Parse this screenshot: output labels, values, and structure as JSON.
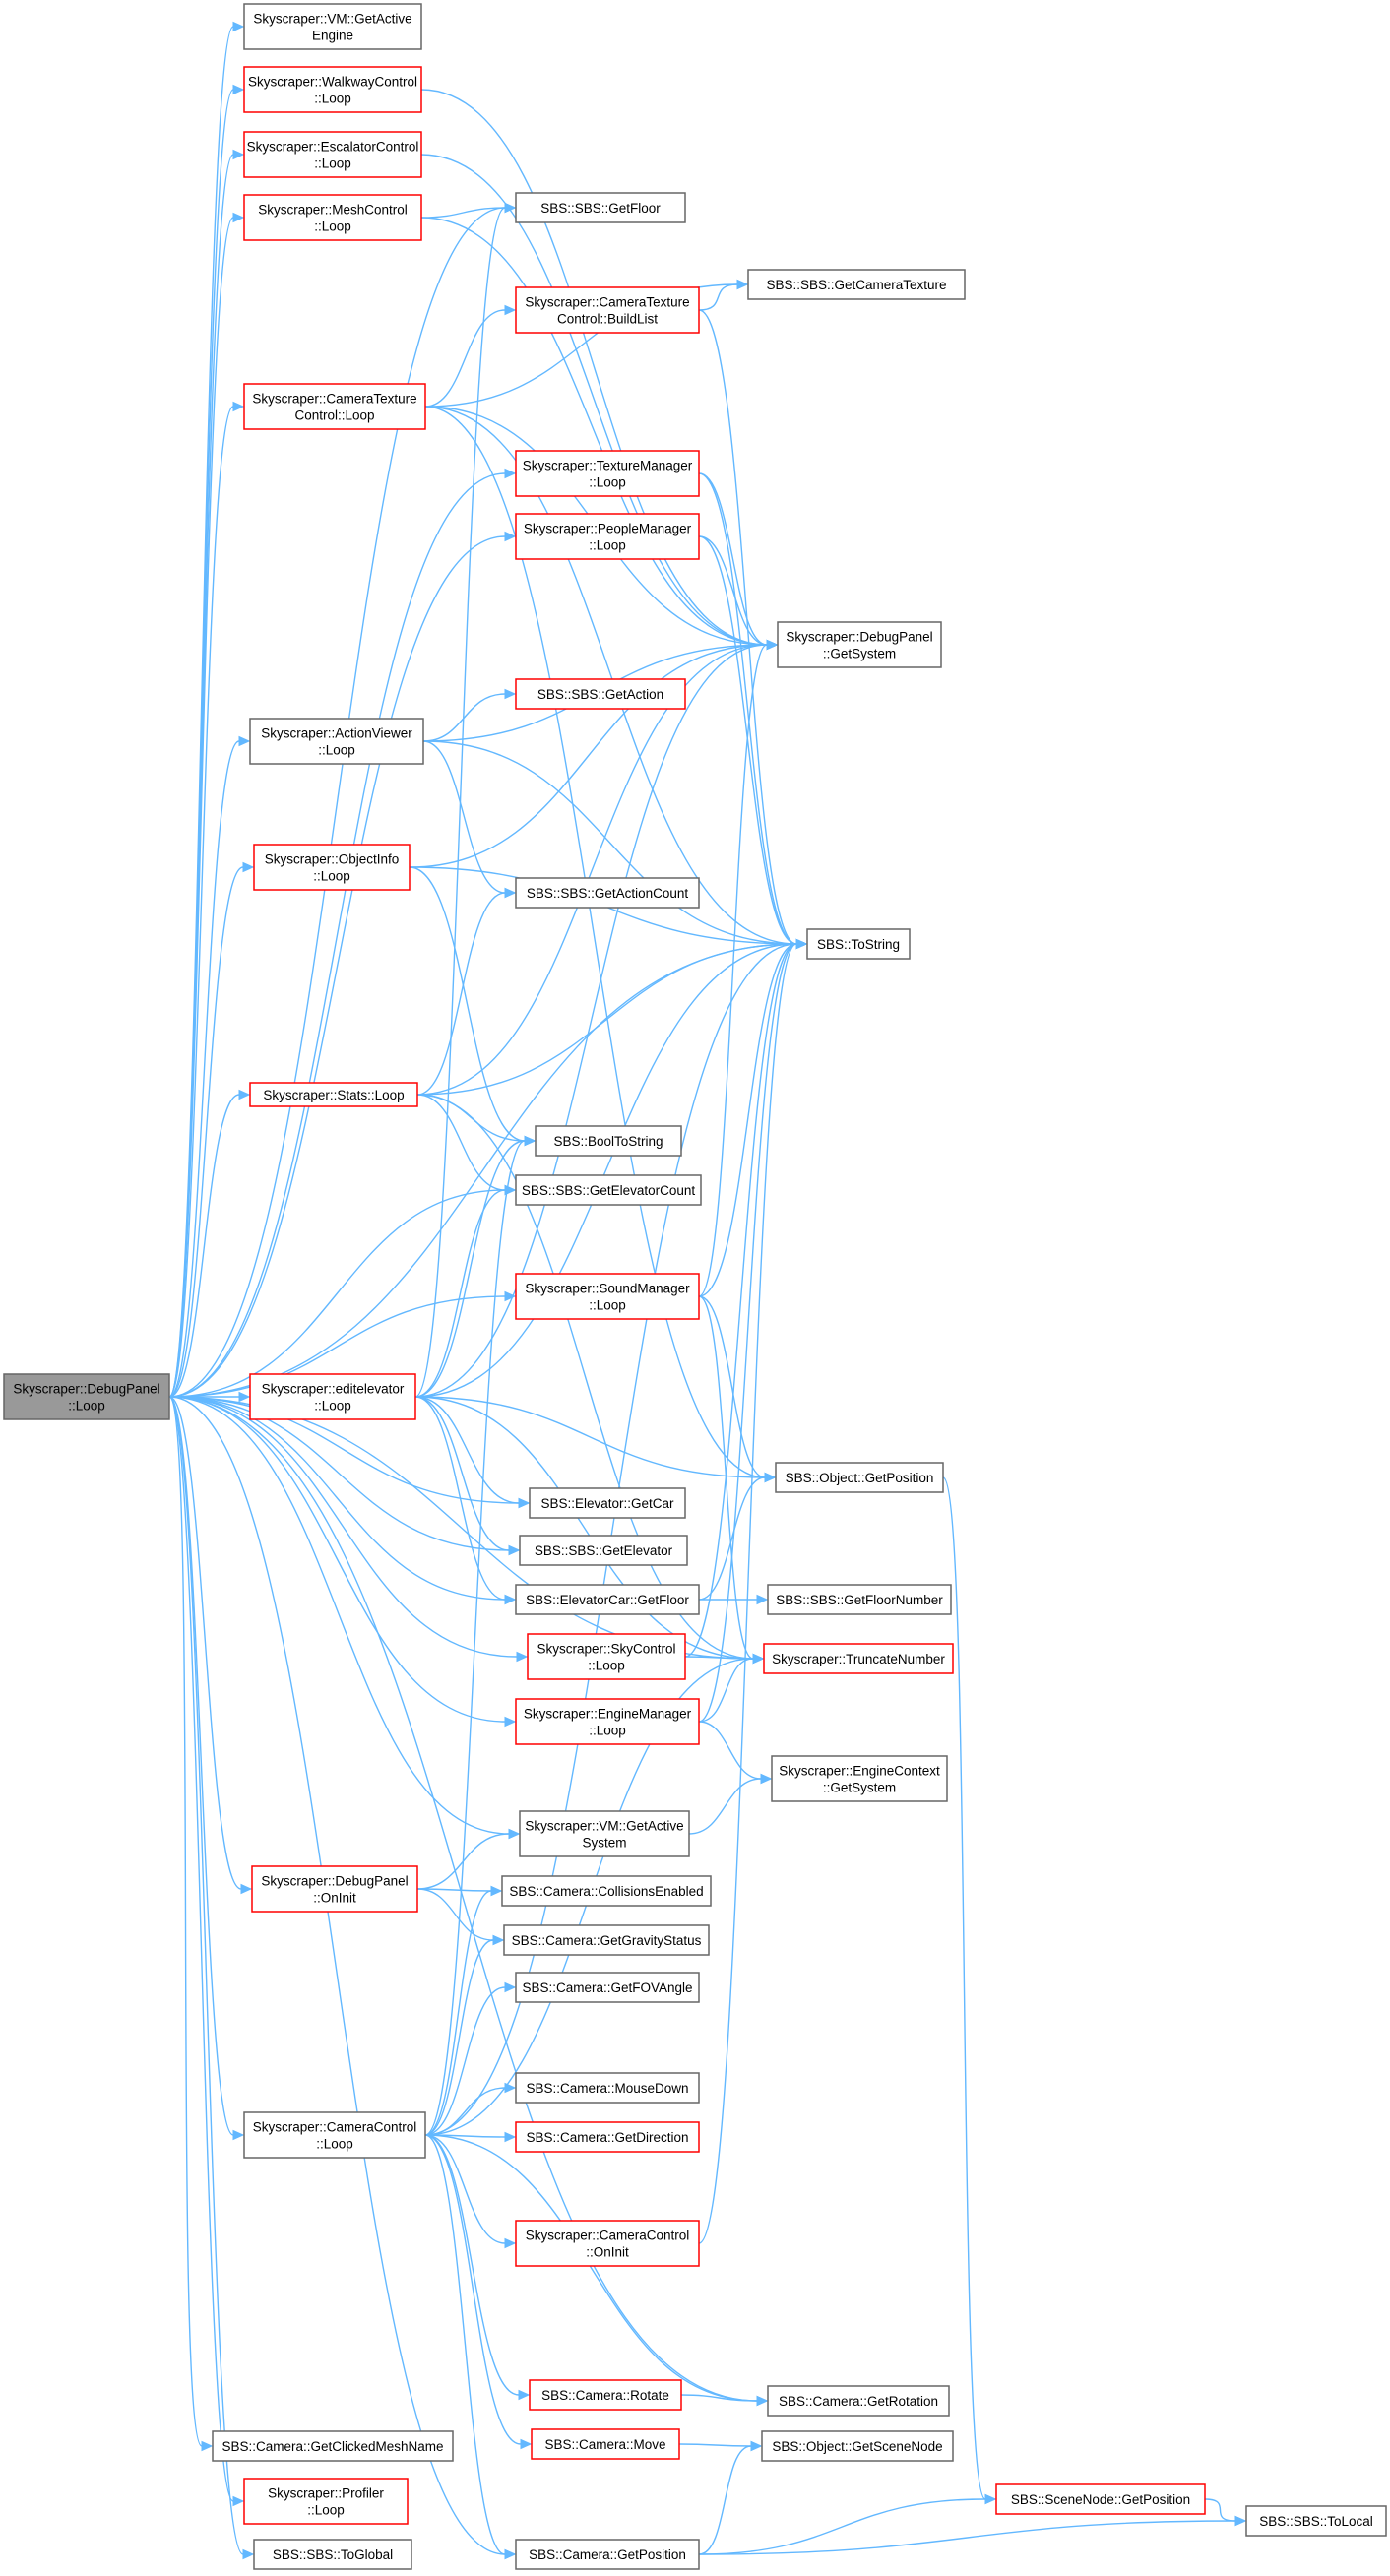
{
  "colors": {
    "edge": "#63b8ff",
    "border_default": "#666666",
    "border_red": "#ff0000",
    "root_fill": "#999999"
  },
  "nodes": {
    "root": {
      "lines": [
        "Skyscraper::DebugPanel",
        "::Loop"
      ],
      "style": "root"
    },
    "vm_getactiveengine": {
      "lines": [
        "Skyscraper::VM::GetActive",
        "Engine"
      ],
      "style": "default"
    },
    "walkway": {
      "lines": [
        "Skyscraper::WalkwayControl",
        "::Loop"
      ],
      "style": "red"
    },
    "escalator": {
      "lines": [
        "Skyscraper::EscalatorControl",
        "::Loop"
      ],
      "style": "red"
    },
    "mesh": {
      "lines": [
        "Skyscraper::MeshControl",
        "::Loop"
      ],
      "style": "red"
    },
    "getfloor_sbs": {
      "lines": [
        "SBS::SBS::GetFloor"
      ],
      "style": "default"
    },
    "camtex_build": {
      "lines": [
        "Skyscraper::CameraTexture",
        "Control::BuildList"
      ],
      "style": "red"
    },
    "getcameratexture": {
      "lines": [
        "SBS::SBS::GetCameraTexture"
      ],
      "style": "default"
    },
    "camtex_loop": {
      "lines": [
        "Skyscraper::CameraTexture",
        "Control::Loop"
      ],
      "style": "red"
    },
    "texman": {
      "lines": [
        "Skyscraper::TextureManager",
        "::Loop"
      ],
      "style": "red"
    },
    "peopleman": {
      "lines": [
        "Skyscraper::PeopleManager",
        "::Loop"
      ],
      "style": "red"
    },
    "getsystem": {
      "lines": [
        "Skyscraper::DebugPanel",
        "::GetSystem"
      ],
      "style": "default"
    },
    "getaction": {
      "lines": [
        "SBS::SBS::GetAction"
      ],
      "style": "red"
    },
    "actionviewer": {
      "lines": [
        "Skyscraper::ActionViewer",
        "::Loop"
      ],
      "style": "default"
    },
    "objectinfo": {
      "lines": [
        "Skyscraper::ObjectInfo",
        "::Loop"
      ],
      "style": "red"
    },
    "getactioncount": {
      "lines": [
        "SBS::SBS::GetActionCount"
      ],
      "style": "default"
    },
    "tostring": {
      "lines": [
        "SBS::ToString"
      ],
      "style": "default"
    },
    "stats": {
      "lines": [
        "Skyscraper::Stats::Loop"
      ],
      "style": "red"
    },
    "booltostring": {
      "lines": [
        "SBS::BoolToString"
      ],
      "style": "default"
    },
    "getelevatorcount": {
      "lines": [
        "SBS::SBS::GetElevatorCount"
      ],
      "style": "default"
    },
    "soundman": {
      "lines": [
        "Skyscraper::SoundManager",
        "::Loop"
      ],
      "style": "red"
    },
    "editelevator": {
      "lines": [
        "Skyscraper::editelevator",
        "::Loop"
      ],
      "style": "red"
    },
    "object_getposition": {
      "lines": [
        "SBS::Object::GetPosition"
      ],
      "style": "default"
    },
    "elevator_getcar": {
      "lines": [
        "SBS::Elevator::GetCar"
      ],
      "style": "default"
    },
    "getelevator": {
      "lines": [
        "SBS::SBS::GetElevator"
      ],
      "style": "default"
    },
    "elevcar_getfloor": {
      "lines": [
        "SBS::ElevatorCar::GetFloor"
      ],
      "style": "default"
    },
    "getfloornumber": {
      "lines": [
        "SBS::SBS::GetFloorNumber"
      ],
      "style": "default"
    },
    "sky": {
      "lines": [
        "Skyscraper::SkyControl",
        "::Loop"
      ],
      "style": "red"
    },
    "truncate": {
      "lines": [
        "Skyscraper::TruncateNumber"
      ],
      "style": "red"
    },
    "engineman": {
      "lines": [
        "Skyscraper::EngineManager",
        "::Loop"
      ],
      "style": "red"
    },
    "enginecontext": {
      "lines": [
        "Skyscraper::EngineContext",
        "::GetSystem"
      ],
      "style": "default"
    },
    "vm_getactivesystem": {
      "lines": [
        "Skyscraper::VM::GetActive",
        "System"
      ],
      "style": "default"
    },
    "debug_oninit": {
      "lines": [
        "Skyscraper::DebugPanel",
        "::OnInit"
      ],
      "style": "red"
    },
    "collisions": {
      "lines": [
        "SBS::Camera::CollisionsEnabled"
      ],
      "style": "default"
    },
    "gravity": {
      "lines": [
        "SBS::Camera::GetGravityStatus"
      ],
      "style": "default"
    },
    "fov": {
      "lines": [
        "SBS::Camera::GetFOVAngle"
      ],
      "style": "default"
    },
    "mousedown": {
      "lines": [
        "SBS::Camera::MouseDown"
      ],
      "style": "default"
    },
    "camcontrol": {
      "lines": [
        "Skyscraper::CameraControl",
        "::Loop"
      ],
      "style": "default"
    },
    "getdirection": {
      "lines": [
        "SBS::Camera::GetDirection"
      ],
      "style": "red"
    },
    "camcontrol_oninit": {
      "lines": [
        "Skyscraper::CameraControl",
        "::OnInit"
      ],
      "style": "red"
    },
    "rotate": {
      "lines": [
        "SBS::Camera::Rotate"
      ],
      "style": "red"
    },
    "getrotation": {
      "lines": [
        "SBS::Camera::GetRotation"
      ],
      "style": "default"
    },
    "clickedmesh": {
      "lines": [
        "SBS::Camera::GetClickedMeshName"
      ],
      "style": "default"
    },
    "move": {
      "lines": [
        "SBS::Camera::Move"
      ],
      "style": "red"
    },
    "getscenenode": {
      "lines": [
        "SBS::Object::GetSceneNode"
      ],
      "style": "default"
    },
    "profiler": {
      "lines": [
        "Skyscraper::Profiler",
        "::Loop"
      ],
      "style": "red"
    },
    "scenenode_getposition": {
      "lines": [
        "SBS::SceneNode::GetPosition"
      ],
      "style": "red"
    },
    "tolocal": {
      "lines": [
        "SBS::SBS::ToLocal"
      ],
      "style": "default"
    },
    "toglobal": {
      "lines": [
        "SBS::SBS::ToGlobal"
      ],
      "style": "default"
    },
    "camera_getposition": {
      "lines": [
        "SBS::Camera::GetPosition"
      ],
      "style": "default"
    }
  },
  "edges": [
    [
      "root",
      "vm_getactiveengine"
    ],
    [
      "root",
      "walkway"
    ],
    [
      "root",
      "escalator"
    ],
    [
      "root",
      "mesh"
    ],
    [
      "root",
      "camtex_loop"
    ],
    [
      "root",
      "texman"
    ],
    [
      "root",
      "peopleman"
    ],
    [
      "root",
      "actionviewer"
    ],
    [
      "root",
      "objectinfo"
    ],
    [
      "root",
      "tostring"
    ],
    [
      "root",
      "stats"
    ],
    [
      "root",
      "getelevatorcount"
    ],
    [
      "root",
      "soundman"
    ],
    [
      "root",
      "editelevator"
    ],
    [
      "root",
      "elevator_getcar"
    ],
    [
      "root",
      "getelevator"
    ],
    [
      "root",
      "elevcar_getfloor"
    ],
    [
      "root",
      "sky"
    ],
    [
      "root",
      "truncate"
    ],
    [
      "root",
      "engineman"
    ],
    [
      "root",
      "vm_getactivesystem"
    ],
    [
      "root",
      "debug_oninit"
    ],
    [
      "root",
      "camcontrol"
    ],
    [
      "root",
      "getrotation"
    ],
    [
      "root",
      "clickedmesh"
    ],
    [
      "root",
      "profiler"
    ],
    [
      "root",
      "toglobal"
    ],
    [
      "root",
      "camera_getposition"
    ],
    [
      "root",
      "getfloor_sbs"
    ],
    [
      "walkway",
      "getsystem"
    ],
    [
      "escalator",
      "getsystem"
    ],
    [
      "mesh",
      "getfloor_sbs"
    ],
    [
      "mesh",
      "getsystem"
    ],
    [
      "camtex_build",
      "getcameratexture"
    ],
    [
      "camtex_build",
      "tostring"
    ],
    [
      "camtex_loop",
      "camtex_build"
    ],
    [
      "camtex_loop",
      "getcameratexture"
    ],
    [
      "camtex_loop",
      "getsystem"
    ],
    [
      "camtex_loop",
      "tostring"
    ],
    [
      "camtex_loop",
      "object_getposition"
    ],
    [
      "texman",
      "getsystem"
    ],
    [
      "texman",
      "tostring"
    ],
    [
      "peopleman",
      "getsystem"
    ],
    [
      "peopleman",
      "tostring"
    ],
    [
      "actionviewer",
      "getsystem"
    ],
    [
      "actionviewer",
      "getaction"
    ],
    [
      "actionviewer",
      "getactioncount"
    ],
    [
      "actionviewer",
      "tostring"
    ],
    [
      "objectinfo",
      "getsystem"
    ],
    [
      "objectinfo",
      "tostring"
    ],
    [
      "objectinfo",
      "booltostring"
    ],
    [
      "stats",
      "getactioncount"
    ],
    [
      "stats",
      "getsystem"
    ],
    [
      "stats",
      "tostring"
    ],
    [
      "stats",
      "booltostring"
    ],
    [
      "stats",
      "getelevatorcount"
    ],
    [
      "stats",
      "truncate"
    ],
    [
      "soundman",
      "getsystem"
    ],
    [
      "soundman",
      "tostring"
    ],
    [
      "soundman",
      "object_getposition"
    ],
    [
      "soundman",
      "truncate"
    ],
    [
      "editelevator",
      "getfloor_sbs"
    ],
    [
      "editelevator",
      "booltostring"
    ],
    [
      "editelevator",
      "getelevatorcount"
    ],
    [
      "editelevator",
      "getsystem"
    ],
    [
      "editelevator",
      "tostring"
    ],
    [
      "editelevator",
      "object_getposition"
    ],
    [
      "editelevator",
      "elevator_getcar"
    ],
    [
      "editelevator",
      "getelevator"
    ],
    [
      "editelevator",
      "elevcar_getfloor"
    ],
    [
      "editelevator",
      "truncate"
    ],
    [
      "elevcar_getfloor",
      "object_getposition"
    ],
    [
      "elevcar_getfloor",
      "getfloornumber"
    ],
    [
      "sky",
      "tostring"
    ],
    [
      "sky",
      "truncate"
    ],
    [
      "engineman",
      "tostring"
    ],
    [
      "engineman",
      "truncate"
    ],
    [
      "engineman",
      "enginecontext"
    ],
    [
      "vm_getactivesystem",
      "enginecontext"
    ],
    [
      "debug_oninit",
      "vm_getactivesystem"
    ],
    [
      "debug_oninit",
      "collisions"
    ],
    [
      "debug_oninit",
      "gravity"
    ],
    [
      "camcontrol",
      "collisions"
    ],
    [
      "camcontrol",
      "gravity"
    ],
    [
      "camcontrol",
      "fov"
    ],
    [
      "camcontrol",
      "mousedown"
    ],
    [
      "camcontrol",
      "getdirection"
    ],
    [
      "camcontrol",
      "camcontrol_oninit"
    ],
    [
      "camcontrol",
      "rotate"
    ],
    [
      "camcontrol",
      "getrotation"
    ],
    [
      "camcontrol",
      "move"
    ],
    [
      "camcontrol",
      "camera_getposition"
    ],
    [
      "camcontrol",
      "tostring"
    ],
    [
      "camcontrol",
      "truncate"
    ],
    [
      "camcontrol",
      "booltostring"
    ],
    [
      "camcontrol_oninit",
      "tostring"
    ],
    [
      "rotate",
      "getrotation"
    ],
    [
      "move",
      "getscenenode"
    ],
    [
      "object_getposition",
      "scenenode_getposition"
    ],
    [
      "scenenode_getposition",
      "tolocal"
    ],
    [
      "camera_getposition",
      "scenenode_getposition"
    ],
    [
      "camera_getposition",
      "getscenenode"
    ],
    [
      "camera_getposition",
      "tolocal"
    ]
  ]
}
